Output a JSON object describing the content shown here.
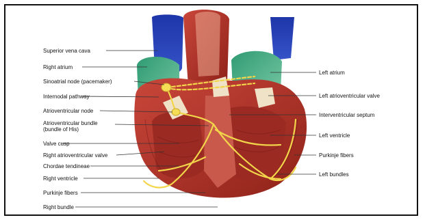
{
  "diagram": {
    "labels_left": [
      "Superior vena cava",
      "Right atrium",
      "Sinoatrial node (pacemaker)",
      "Internodal pathway",
      "Atrioventricular node",
      "Atrioventricular bundle\n(bundle of His)",
      "Valve cusp",
      "Right atrioventricular valve",
      "Chordae tendineae",
      "Right ventricle",
      "Purkinje fibers",
      "Right bundle"
    ],
    "labels_right": [
      "Left atrium",
      "Left atrioventricular valve",
      "Interventricular septum",
      "Left ventricle",
      "Purkinje fibers",
      "Left bundles"
    ],
    "colors": {
      "vena_cava_blue": "#2b46b8",
      "atrium_green": "#3aa37a",
      "muscle_red": "#b4332a",
      "conduction_yellow": "#f2d54a",
      "valve_cream": "#efe2c6"
    }
  }
}
